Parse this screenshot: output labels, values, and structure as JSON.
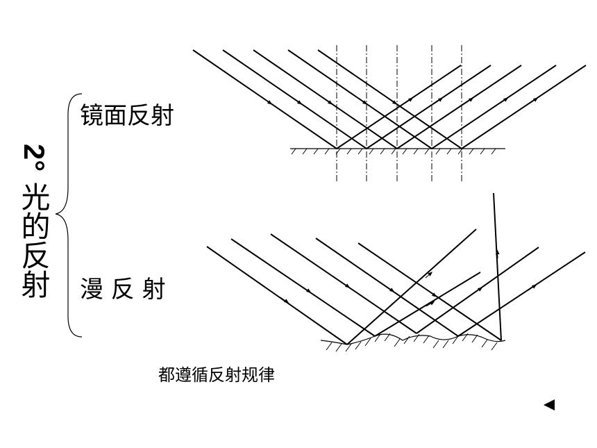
{
  "title": {
    "number": "2°",
    "text": "光的反射"
  },
  "labels": {
    "specular": "镜面反射",
    "diffuse": "漫 反 射"
  },
  "caption": "都遵循反射规律",
  "icons": {
    "nav": "back-triangle-icon"
  },
  "colors": {
    "line": "#000000",
    "background": "#ffffff"
  }
}
